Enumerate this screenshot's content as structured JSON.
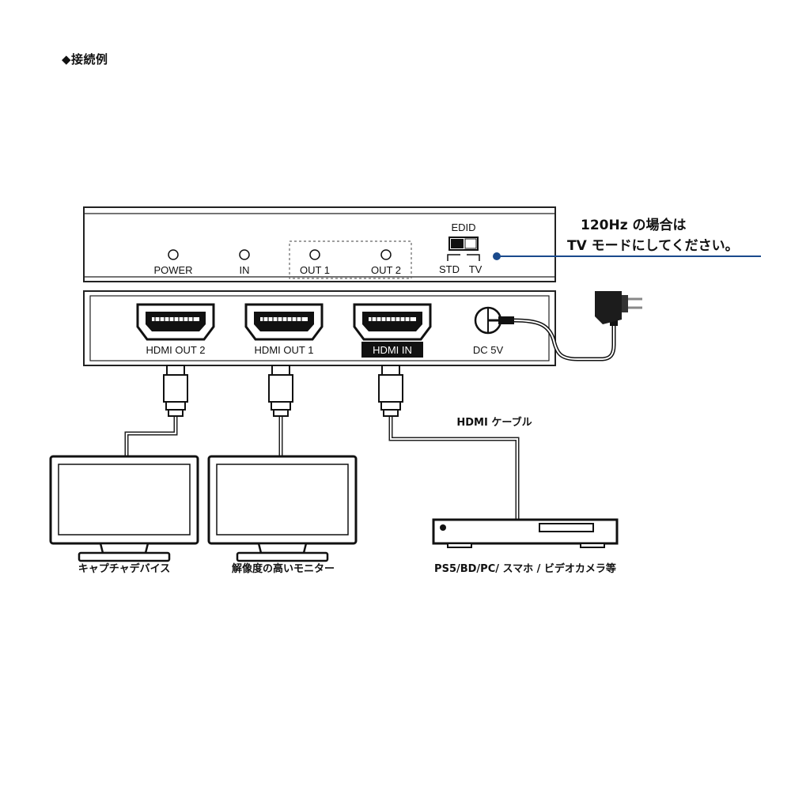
{
  "heading": "◆接続例",
  "front_panel": {
    "leds": [
      "POWER",
      "IN",
      "OUT 1",
      "OUT 2"
    ],
    "edid": {
      "title": "EDID",
      "std": "STD",
      "tv": "TV"
    }
  },
  "note": {
    "line1": "120Hz の場合は",
    "line2": "TV モードにしてください。"
  },
  "rear_panel": {
    "ports": [
      "HDMI OUT 2",
      "HDMI OUT 1",
      "HDMI IN"
    ],
    "dc": "DC 5V"
  },
  "cable_label": "HDMI ケーブル",
  "devices": {
    "capture": "キャプチャデバイス",
    "monitor": "解像度の高いモニター",
    "source": "PS5/BD/PC/ スマホ / ビデオカメラ等"
  },
  "colors": {
    "accent": "#1a4a8c",
    "ink": "#222222",
    "label_bg": "#111111"
  }
}
